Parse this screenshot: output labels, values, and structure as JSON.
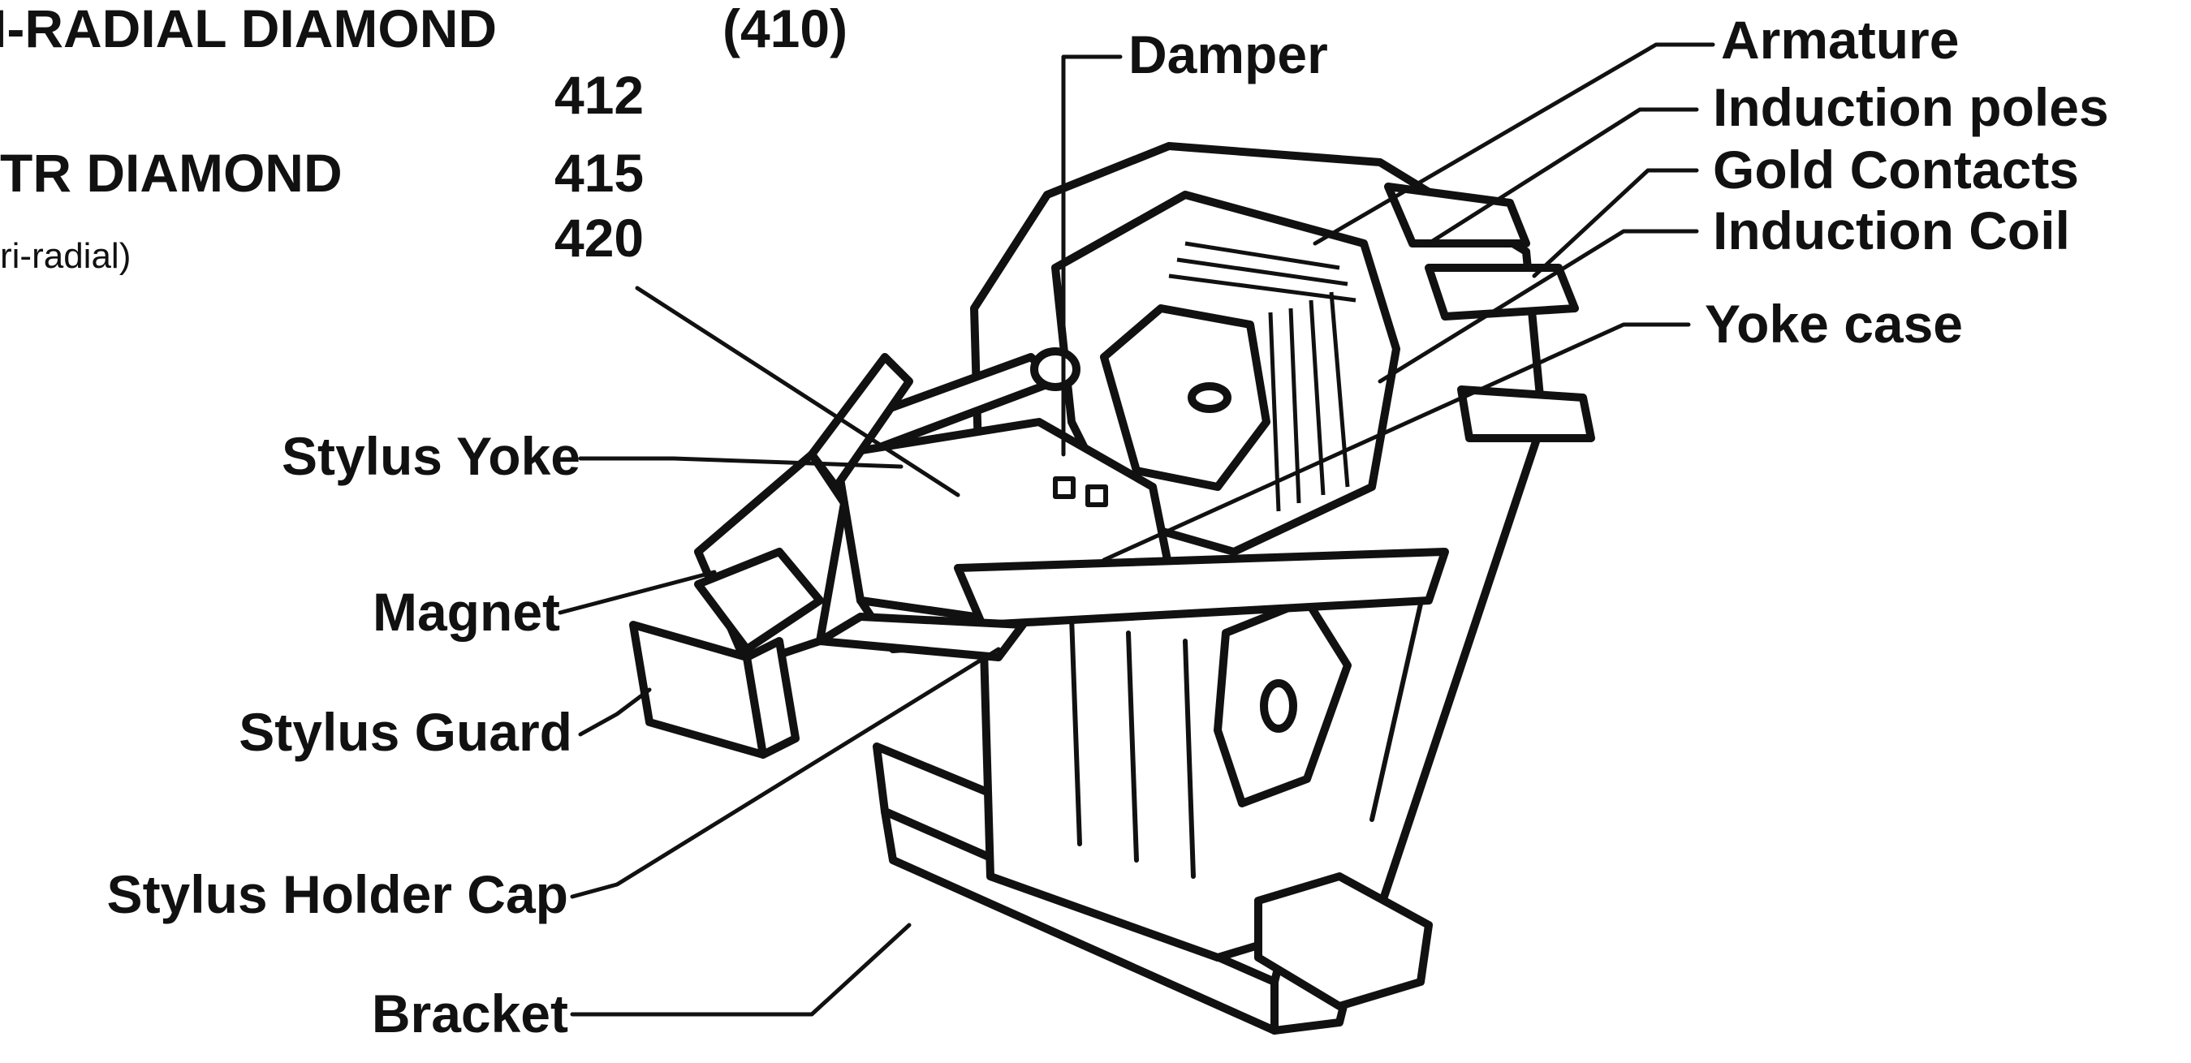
{
  "header": {
    "line1_name": "I-RADIAL DIAMOND",
    "line1_num": "(410)",
    "line2_num": "412",
    "line3_name": "TR DIAMOND",
    "line3_num": "415",
    "line4_name": "ri-radial)",
    "line4_num": "420"
  },
  "labels": {
    "damper": "Damper",
    "armature": "Armature",
    "induction_poles": "Induction poles",
    "gold_contacts": "Gold Contacts",
    "induction_coil": "Induction Coil",
    "yoke_case": "Yoke case",
    "stylus_yoke": "Stylus Yoke",
    "magnet": "Magnet",
    "stylus_guard": "Stylus Guard",
    "stylus_holder_cap": "Stylus Holder Cap",
    "bracket": "Bracket"
  }
}
